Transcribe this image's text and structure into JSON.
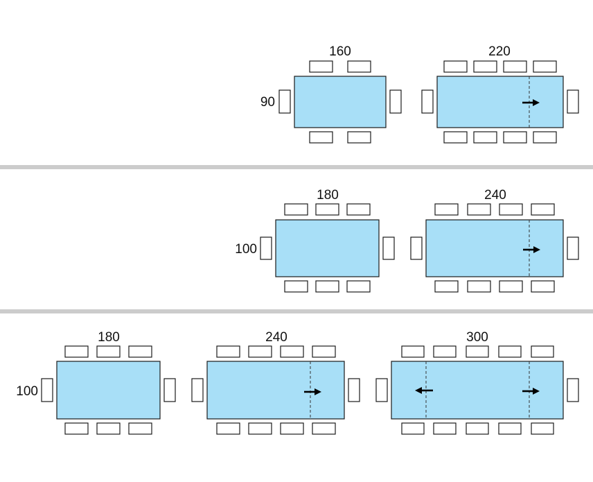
{
  "colors": {
    "table_fill": "#a8dff7",
    "outline": "#1a1a1a",
    "divider": "#cccccc",
    "arrow": "#000000"
  },
  "sections": [
    {
      "depth_label": "90",
      "tables": [
        {
          "length_label": "160",
          "chairs_per_side": 2,
          "extensions": []
        },
        {
          "length_label": "220",
          "chairs_per_side": 4,
          "extensions": [
            "right"
          ]
        }
      ]
    },
    {
      "depth_label": "100",
      "tables": [
        {
          "length_label": "180",
          "chairs_per_side": 3,
          "extensions": []
        },
        {
          "length_label": "240",
          "chairs_per_side": 4,
          "extensions": [
            "right"
          ]
        }
      ]
    },
    {
      "depth_label": "100",
      "tables": [
        {
          "length_label": "180",
          "chairs_per_side": 3,
          "extensions": []
        },
        {
          "length_label": "240",
          "chairs_per_side": 4,
          "extensions": [
            "right"
          ]
        },
        {
          "length_label": "300",
          "chairs_per_side": 5,
          "extensions": [
            "left",
            "right"
          ]
        }
      ]
    }
  ]
}
